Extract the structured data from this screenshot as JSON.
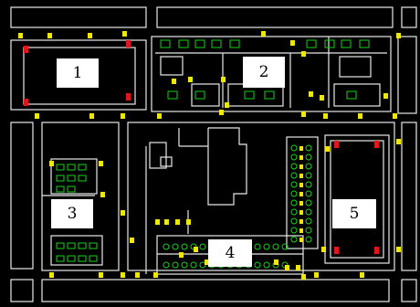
{
  "colors": {
    "background": "#000000",
    "line": "#e8e8e8",
    "device_green": "#17d11a",
    "device_yellow": "#f1e510",
    "alarm_red": "#e0161b"
  },
  "zones": [
    {
      "id": "zone-1",
      "label": "1"
    },
    {
      "id": "zone-2",
      "label": "2"
    },
    {
      "id": "zone-3",
      "label": "3"
    },
    {
      "id": "zone-4",
      "label": "4"
    },
    {
      "id": "zone-5",
      "label": "5"
    }
  ]
}
